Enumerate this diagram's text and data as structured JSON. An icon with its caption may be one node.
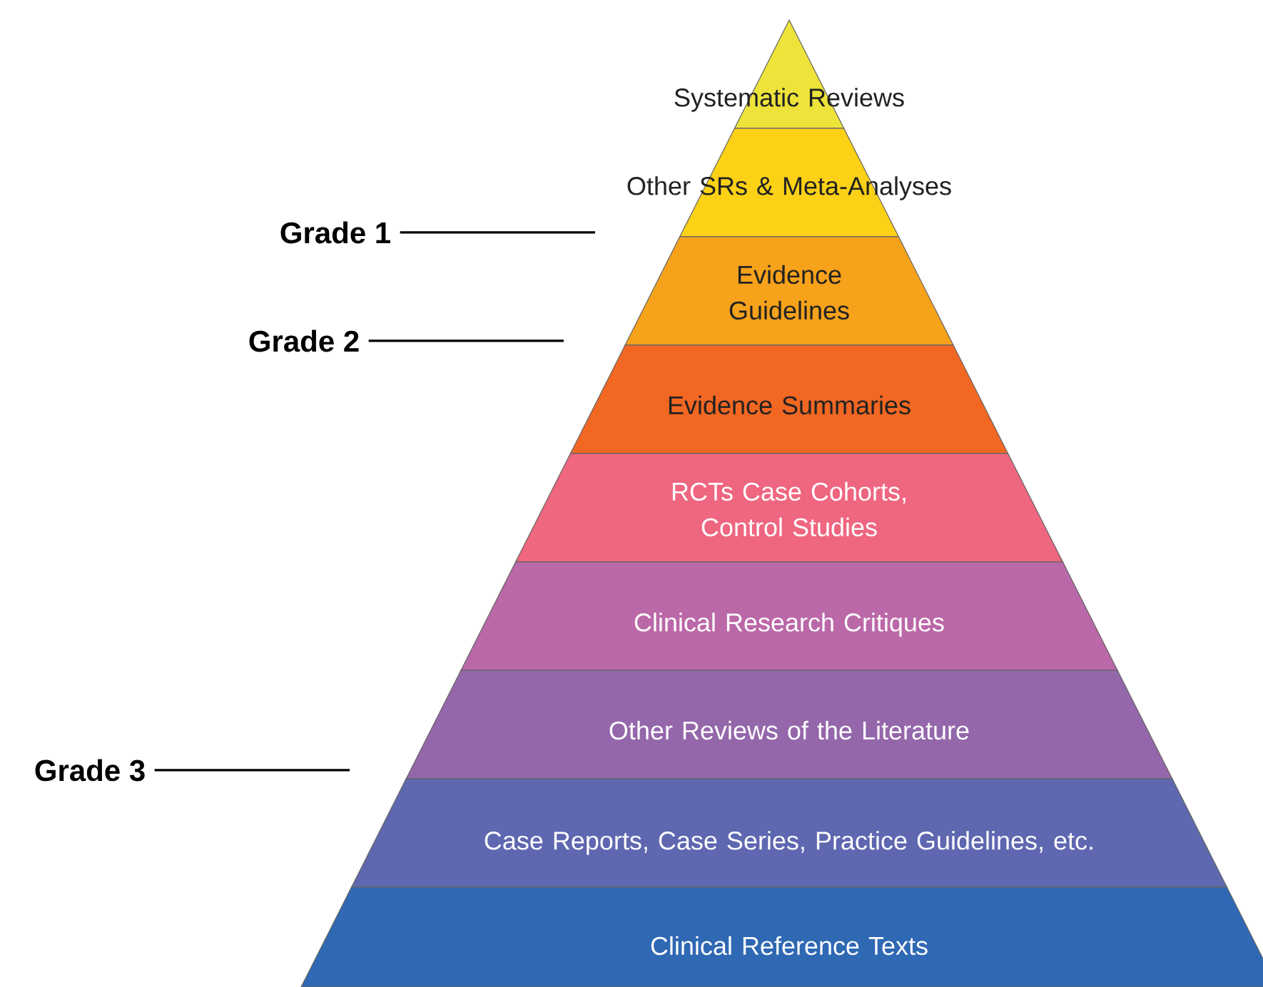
{
  "diagram": {
    "nodes": [
      {
        "text": [
          "Systematic Reviews"
        ]
      },
      {
        "text": [
          "Other SRs & Meta-Analyses"
        ]
      },
      {
        "text": [
          "Evidence Guidelines"
        ]
      },
      {
        "text": [
          "Evidence Summaries"
        ]
      },
      {
        "text": [
          "RCTs Case Cohorts, Control Studies"
        ]
      },
      {
        "text": [
          "Clinical Research Critiques"
        ]
      },
      {
        "text": [
          "Other Reviews of the Literature"
        ]
      },
      {
        "text": [
          "Case Reports, Case Series, Practice Guidelines, etc."
        ]
      },
      {
        "text": [
          "Clinical Reference Texts"
        ]
      },
      {
        "text": [
          "Grade 1"
        ]
      },
      {
        "text": [
          "Grade 2"
        ]
      },
      {
        "text": [
          "Grade 3"
        ]
      }
    ],
    "edges": [
      {
        "from": 9,
        "to": null,
        "arrow": "none"
      },
      {
        "from": 10,
        "to": null,
        "arrow": "none"
      },
      {
        "from": 11,
        "to": null,
        "arrow": "none"
      }
    ]
  }
}
